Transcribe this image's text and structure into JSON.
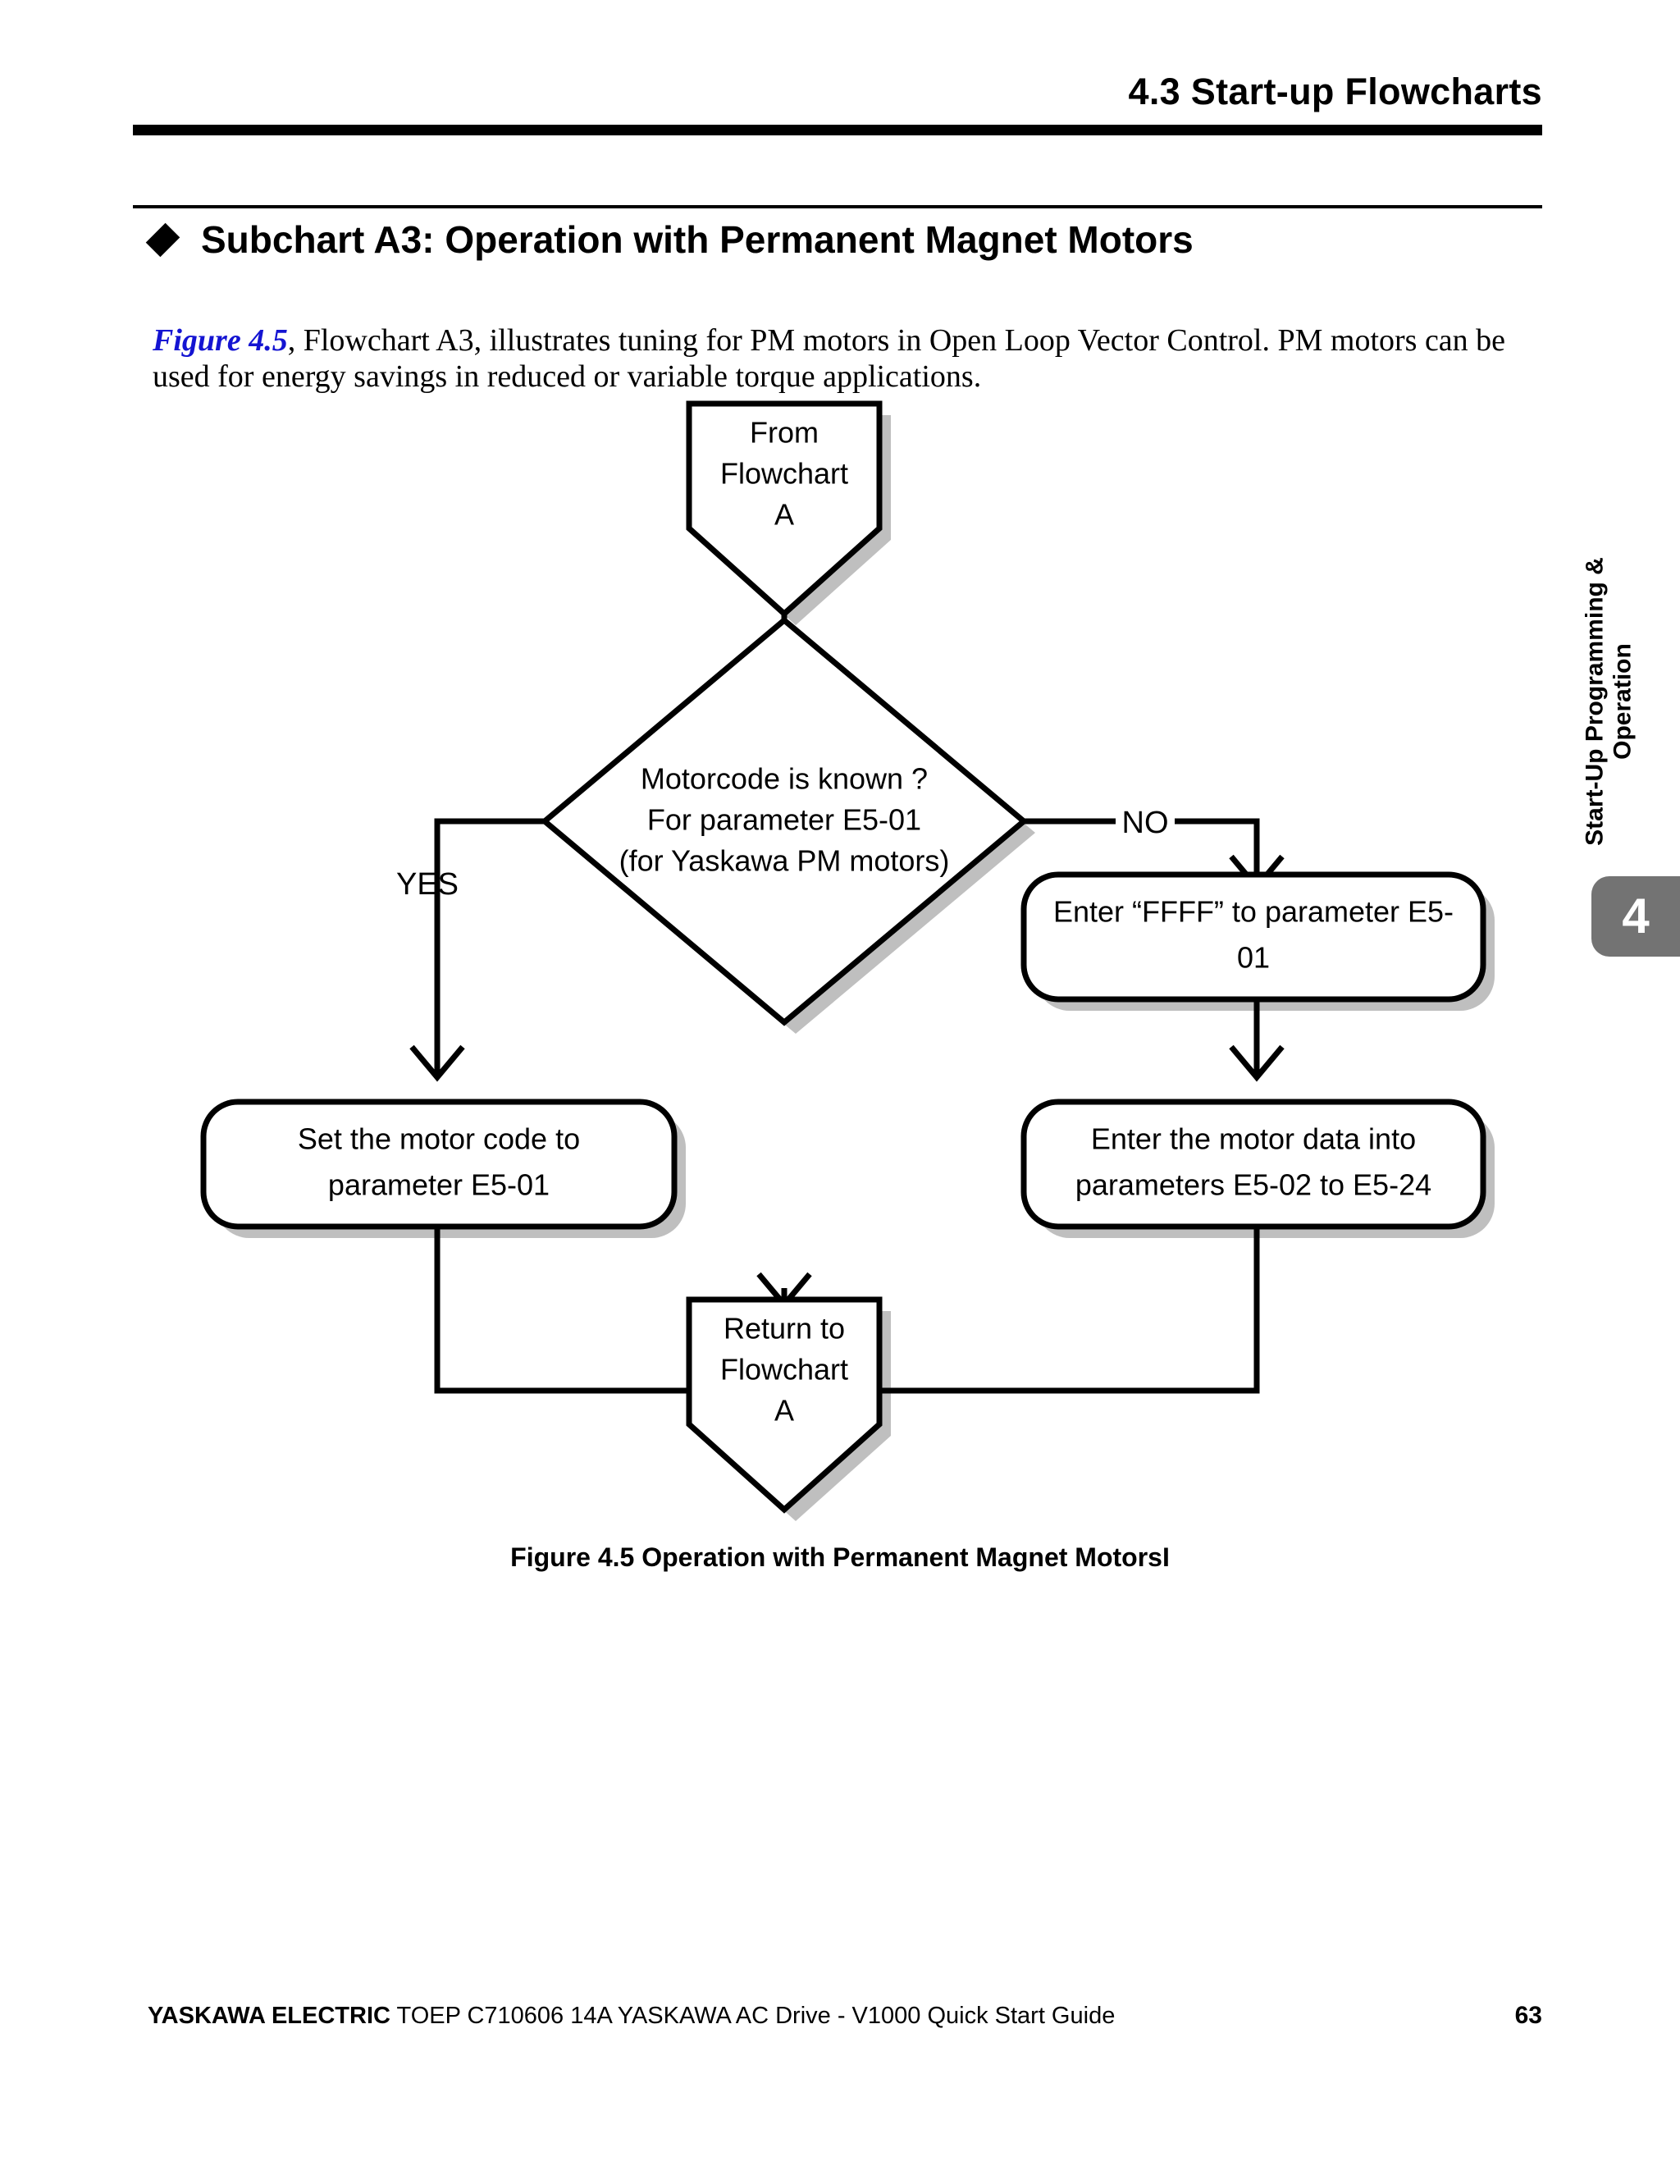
{
  "header": {
    "title": "4.3  Start-up Flowcharts"
  },
  "section": {
    "bullet_icon": "diamond-bullet-icon",
    "heading": "Subchart A3: Operation with Permanent Magnet Motors",
    "intro": {
      "link_text": "Figure 4.5",
      "body_text": ", Flowchart A3, illustrates tuning for PM motors in Open Loop Vector Control. PM motors can be used for energy savings in reduced or variable torque applications."
    }
  },
  "flowchart": {
    "start_node": "From\nFlowchart\nA",
    "start_node_lines": [
      "From",
      "Flowchart",
      "A"
    ],
    "decision": {
      "lines": [
        "Motorcode is known ?",
        "For parameter E5-01",
        "(for Yaskawa PM motors)"
      ],
      "yes_label": "YES",
      "no_label": "NO"
    },
    "process_yes": {
      "lines": [
        "Set the motor code to",
        "parameter E5-01"
      ]
    },
    "process_no_1": {
      "lines": [
        "Enter “FFFF” to parameter E5-",
        "01"
      ]
    },
    "process_no_2": {
      "lines": [
        "Enter the motor data into",
        "parameters E5-02 to E5-24"
      ]
    },
    "end_node_lines": [
      "Return to",
      "Flowchart",
      "A"
    ]
  },
  "figure_caption": "Figure 4.5  Operation with Permanent Magnet MotorsI",
  "side_tab": {
    "label_line_1": "Start-Up Programming &",
    "label_line_2": "Operation",
    "chapter_number": "4",
    "tab_color": "#737373"
  },
  "footer": {
    "company": "YASKAWA ELECTRIC",
    "document": "TOEP C710606 14A YASKAWA AC Drive - V1000 Quick Start Guide",
    "page_number": "63"
  }
}
